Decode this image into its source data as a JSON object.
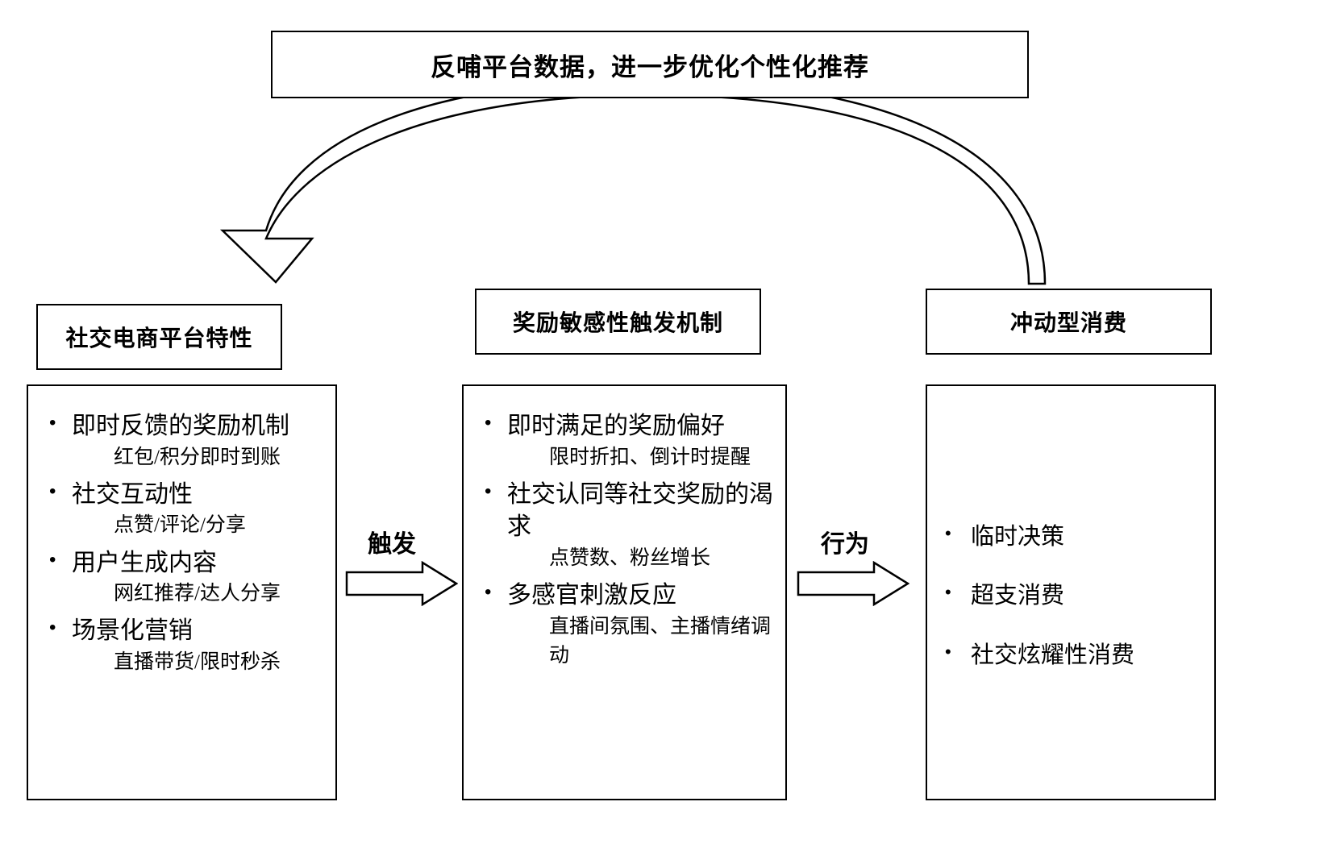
{
  "diagram": {
    "type": "flowchart",
    "title_box": {
      "label": "反哺平台数据，进一步优化个性化推荐"
    },
    "columns": [
      {
        "id": "platform-features",
        "header": "社交电商平台特性",
        "items": [
          {
            "main": "即时反馈的奖励机制",
            "sub": "红包/积分即时到账"
          },
          {
            "main": "社交互动性",
            "sub": "点赞/评论/分享"
          },
          {
            "main": "用户生成内容",
            "sub": "网红推荐/达人分享"
          },
          {
            "main": "场景化营销",
            "sub": "直播带货/限时秒杀"
          }
        ]
      },
      {
        "id": "reward-sensitivity",
        "header": "奖励敏感性触发机制",
        "items": [
          {
            "main": "即时满足的奖励偏好",
            "sub": "限时折扣、倒计时提醒"
          },
          {
            "main": "社交认同等社交奖励的渴求",
            "sub": "点赞数、粉丝增长"
          },
          {
            "main": "多感官刺激反应",
            "sub": "直播间氛围、主播情绪调动"
          }
        ]
      },
      {
        "id": "impulse-consumption",
        "header": "冲动型消费",
        "items": [
          {
            "main": "临时决策"
          },
          {
            "main": "超支消费"
          },
          {
            "main": "社交炫耀性消费"
          }
        ]
      }
    ],
    "connectors": [
      {
        "id": "trigger",
        "label": "触发",
        "icon": "right-block-arrow-icon"
      },
      {
        "id": "behavior",
        "label": "行为",
        "icon": "right-block-arrow-icon"
      },
      {
        "id": "feedback",
        "label": "",
        "icon": "curved-feedback-arrow-icon"
      }
    ],
    "bullet_glyph": "•",
    "colors": {
      "stroke": "#000000",
      "background": "#ffffff",
      "text": "#000000"
    }
  }
}
